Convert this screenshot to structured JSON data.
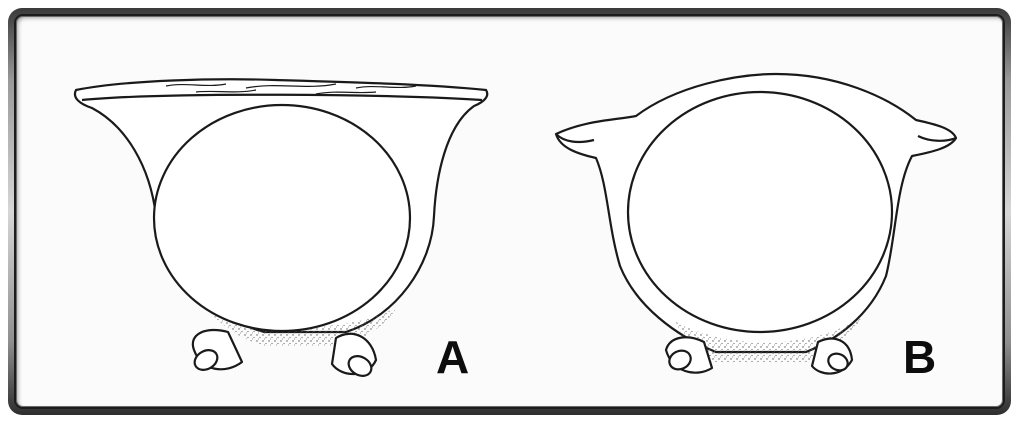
{
  "figure": {
    "panels": [
      {
        "id": "A",
        "label": "A",
        "shape": "cross-section with flattened dorsal roof"
      },
      {
        "id": "B",
        "label": "B",
        "shape": "cross-section with rounded dorsal arch and lateral wings"
      }
    ]
  },
  "colors": {
    "outline": "#1a1a1a",
    "fill": "#ffffff",
    "stipple": "#555555",
    "frame_dark": "#2e2e2e",
    "panel_bg": "#fbfbfb"
  }
}
